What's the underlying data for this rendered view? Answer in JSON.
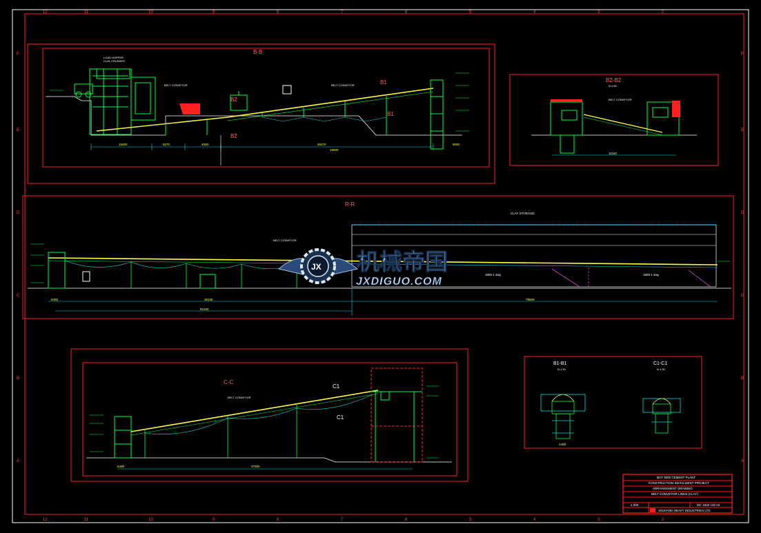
{
  "palette": {
    "background": "#000000",
    "frame": "#ff2020",
    "border_white": "#ffffff",
    "structure": "#00ff40",
    "conveyor": "#ffff40",
    "ground": "#ffffff",
    "dimension": "#00e0e0",
    "storage": "#00c8ff",
    "hatch": "#d040d0",
    "section_mark": "#ff6060"
  },
  "border": {
    "top_ticks": [
      "12",
      "11",
      "10",
      "9",
      "8",
      "7",
      "6",
      "5",
      "4",
      "3",
      "2"
    ],
    "bottom_ticks": [
      "12",
      "11",
      "10",
      "9",
      "8",
      "7",
      "6",
      "5",
      "4",
      "3",
      "2"
    ],
    "side_letters": [
      "F",
      "E",
      "D",
      "C",
      "B",
      "A"
    ]
  },
  "views": {
    "bb": {
      "title": "B-B",
      "notes": [
        "LOAD HOPPER",
        "CLAY CRUSHER",
        "BELT CONVEYOR",
        "BELT CONVEYOR"
      ],
      "section_marks": [
        "B2",
        "B2",
        "B1",
        "B1"
      ],
      "dims": [
        "15400",
        "8270",
        "4000",
        "36270",
        "19000",
        "8000"
      ]
    },
    "b2b2": {
      "title": "B2-B2",
      "scale": "N 1:50",
      "notes": [
        "BELT CONVEYOR"
      ],
      "dims": [
        "11150"
      ]
    },
    "rr": {
      "title": "R-R",
      "storage_label": "CLAY STORAGE",
      "notes": [
        "BELT CONVEYOR"
      ],
      "bay_labels": [
        "1800 1 stay",
        "1800 1 stay"
      ],
      "dims": [
        "5400",
        "36135",
        "81030",
        "79500"
      ]
    },
    "cc": {
      "title": "C-C",
      "notes": [
        "BELT CONVEYOR"
      ],
      "section_marks": [
        "C1",
        "C1"
      ],
      "dims": [
        "5400",
        "37000"
      ]
    },
    "b1b1": {
      "title": "B1-B1",
      "scale": "N 1:30",
      "dims": [
        "1400"
      ]
    },
    "c1c1": {
      "title": "C1-C1",
      "scale": "N 1:30"
    }
  },
  "watermark": {
    "brand_cn": "机械帝国",
    "brand_en": "JXDIGUO.COM",
    "emblem": "JX"
  },
  "title_block": {
    "rows": [
      "BUT 3000 CEMENT PLANT",
      "CONSTRUCTION INSTALMENT PROJECT",
      "ARRANGEMENT DRAWING",
      "BELT CONVEYOR LINES (CLAY)"
    ],
    "drawing_no": "MC 1800 102 04",
    "scale": "1:200",
    "company": "XINXIANG HEAVY INDUSTRIES LTD."
  }
}
